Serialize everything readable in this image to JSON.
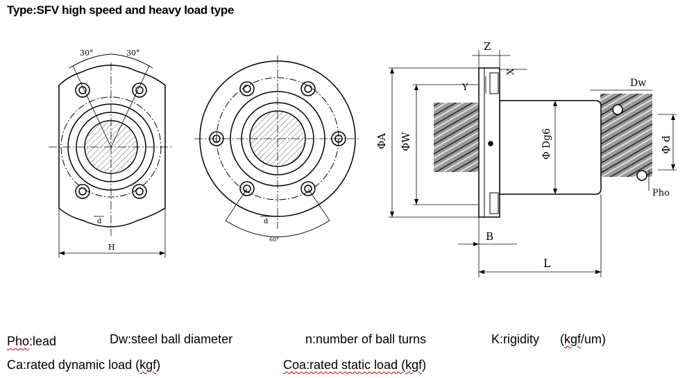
{
  "title": "Type:SFV high speed and heavy load type",
  "front_view": {
    "angle_left": "30°",
    "angle_right": "30°",
    "dim_bottom": "H",
    "dim_small": "d"
  },
  "round_view": {
    "dim_small": "d",
    "angle_bottom": "60°"
  },
  "side_view": {
    "dim_A": "ΦA",
    "dim_W": "ΦW",
    "dim_Dg6": "Φ Dg6",
    "dim_d": "Φ d",
    "dim_Z": "Z",
    "dim_X": "X",
    "dim_Y": "Y",
    "dim_Dw": "Dw",
    "dim_Pho": "Pho",
    "dim_B": "B",
    "dim_L": "L"
  },
  "legend": {
    "pho_prefix": "Pho",
    "pho_suffix": ":lead",
    "dw": "Dw:steel ball diameter",
    "n": "n:number of ball turns",
    "k": "K:rigidity",
    "k_unit_open": "(",
    "k_unit_word": "kgf",
    "k_unit_close": "/um)",
    "ca": "Ca:rated dynamic load (",
    "ca_unit": "kgf",
    "ca_close": ")",
    "coa": "Coa:rated static  load (",
    "coa_unit": "kgf",
    "coa_close": ")"
  }
}
